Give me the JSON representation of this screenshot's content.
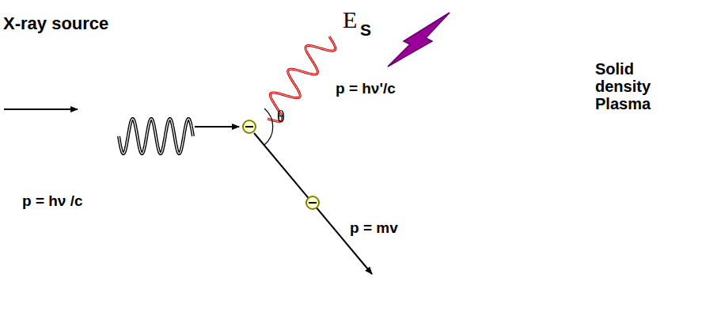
{
  "diagram": {
    "labels": [
      "X-ray source",
      "E",
      "S",
      "p = hν'/c",
      "Solid density Plasma",
      "θ",
      "p = hν /c",
      "p = mv"
    ]
  }
}
